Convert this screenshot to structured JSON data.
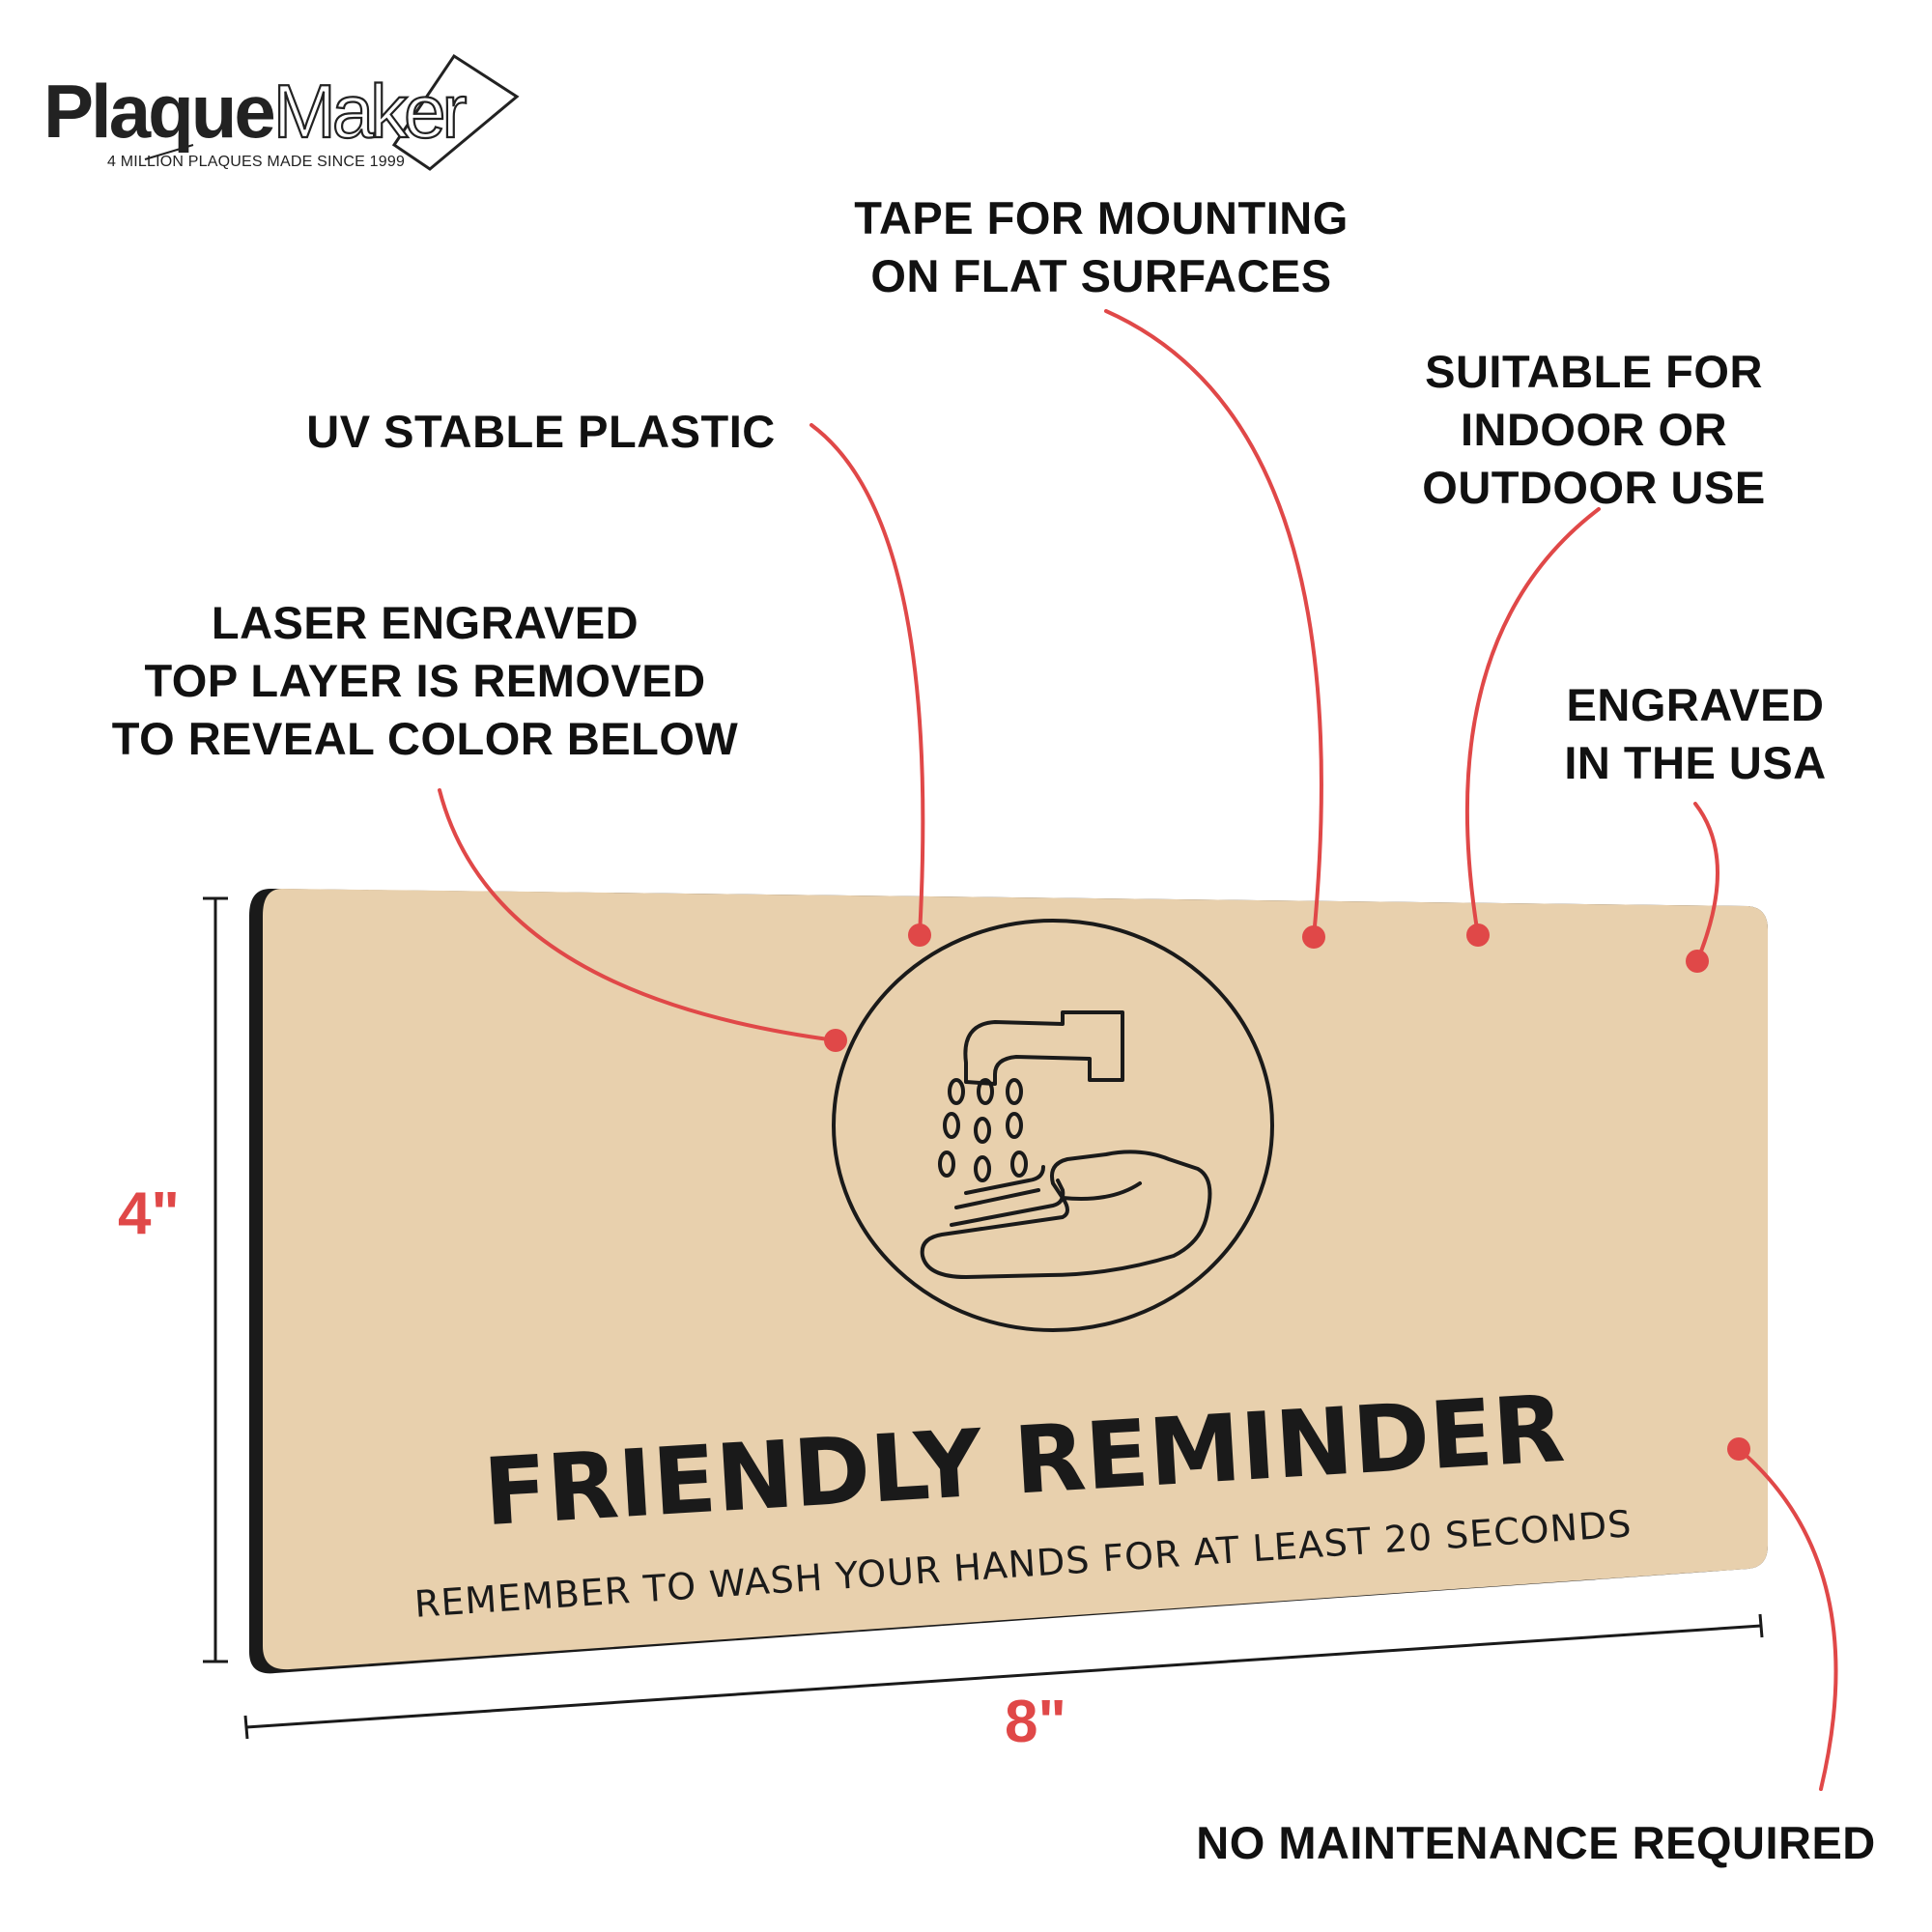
{
  "brand": {
    "name_bold": "Plaque",
    "name_outline": "Maker",
    "tagline": "4 MILLION  PLAQUES MADE SINCE 1999"
  },
  "callouts": {
    "tape": [
      "TAPE FOR MOUNTING",
      "ON FLAT SURFACES"
    ],
    "suitable": [
      "SUITABLE FOR",
      "INDOOR OR",
      "OUTDOOR USE"
    ],
    "uv": [
      "UV STABLE PLASTIC"
    ],
    "laser": [
      "LASER ENGRAVED",
      "TOP LAYER IS REMOVED",
      "TO REVEAL COLOR BELOW"
    ],
    "usa": [
      "ENGRAVED",
      "IN THE USA"
    ],
    "maintenance": [
      "NO MAINTENANCE REQUIRED"
    ]
  },
  "dimensions": {
    "height": "4\"",
    "width": "8\""
  },
  "plaque": {
    "icon": "hand-washing-icon",
    "title": "FRIENDLY REMINDER",
    "subtitle": "REMEMBER TO WASH YOUR HANDS FOR AT LEAST 20 SECONDS"
  },
  "colors": {
    "plaque_face": "#E8D0AD",
    "plaque_edge": "#1A1A1A",
    "accent_red": "#E04848",
    "callout_text": "#111111"
  }
}
